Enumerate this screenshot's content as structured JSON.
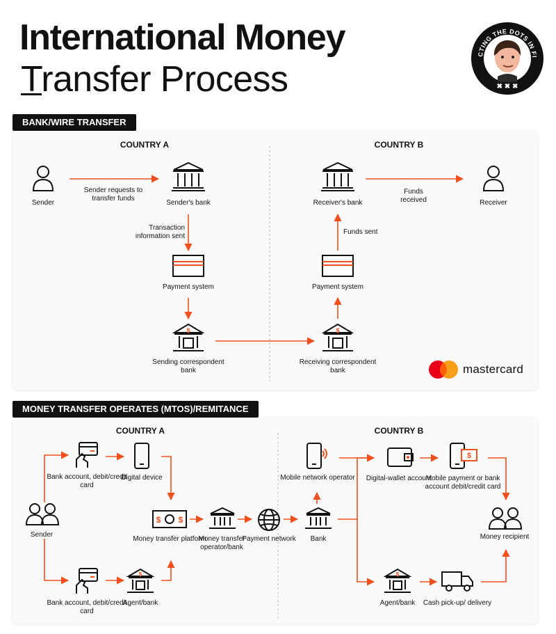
{
  "title_line1": "International Money",
  "title_line2": "Transfer Process",
  "badge_text": "CONNECTING THE DOTS IN FINTECH",
  "colors": {
    "accent": "#f0501e",
    "dark": "#111111",
    "panel": "#fafafa"
  },
  "bank": {
    "tab": "BANK/WIRE TRANSFER",
    "country_a": "COUNTRY A",
    "country_b": "COUNTRY B",
    "sender": "Sender",
    "sender_bank": "Sender's bank",
    "sender_request": "Sender requests to transfer funds",
    "transaction_info": "Transaction information sent",
    "payment_system_a": "Payment system",
    "sending_corr": "Sending correspondent bank",
    "receiving_corr": "Receiving correspondent bank",
    "payment_system_b": "Payment system",
    "funds_sent": "Funds sent",
    "receiver_bank": "Receiver's bank",
    "funds_received": "Funds received",
    "receiver": "Receiver",
    "brand": "mastercard"
  },
  "mto": {
    "tab": "MONEY TRANSFER OPERATES (MTOS)/REMITANCE",
    "country_a": "COUNTRY A",
    "country_b": "COUNTRY B",
    "sender": "Sender",
    "bank_account_top": "Bank account, debit/credit card",
    "digital_device": "Digital device",
    "bank_account_bottom": "Bank account, debit/credit card",
    "agent_bank_a": "Agent/bank",
    "platform": "Money transfer platform",
    "platform_symbols": "$ ◎ $",
    "operator_bank": "Money transfer operator/bank",
    "payment_network": "Payment network",
    "mobile_operator": "Mobile network operator",
    "bank": "Bank",
    "digital_wallet": "Digital-wallet account",
    "mobile_payment": "Mobile payment or bank account debit/credit card",
    "agent_bank_b": "Agent/bank",
    "cash_pickup": "Cash pick-up/ delivery",
    "recipient": "Money recipient"
  }
}
